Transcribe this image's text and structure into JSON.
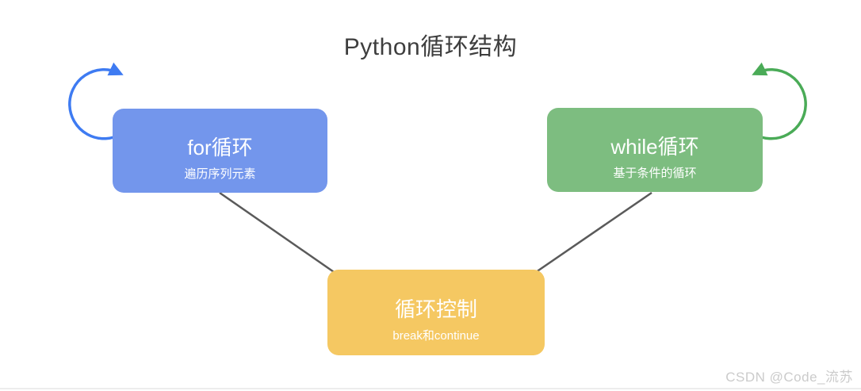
{
  "title": "Python循环结构",
  "diagram": {
    "nodes": [
      {
        "id": "for-loop",
        "label": "for循环",
        "sublabel": "遍历序列元素",
        "color": "#7396ec"
      },
      {
        "id": "while-loop",
        "label": "while循环",
        "sublabel": "基于条件的循环",
        "color": "#7dbd80"
      },
      {
        "id": "loop-control",
        "label": "循环控制",
        "sublabel": "break和continue",
        "color": "#f5c862"
      }
    ],
    "icons": {
      "for_loop_arrow": "circular-loop-arrow",
      "while_loop_arrow": "circular-loop-arrow"
    },
    "colors": {
      "for_arrow": "#3e7bf2",
      "while_arrow": "#4aab57",
      "connector": "#5a5a5a",
      "title_text": "#3e3e3e",
      "node_text": "#ffffff",
      "watermark_text": "#cbcbcb"
    }
  },
  "watermark": "CSDN @Code_流苏"
}
